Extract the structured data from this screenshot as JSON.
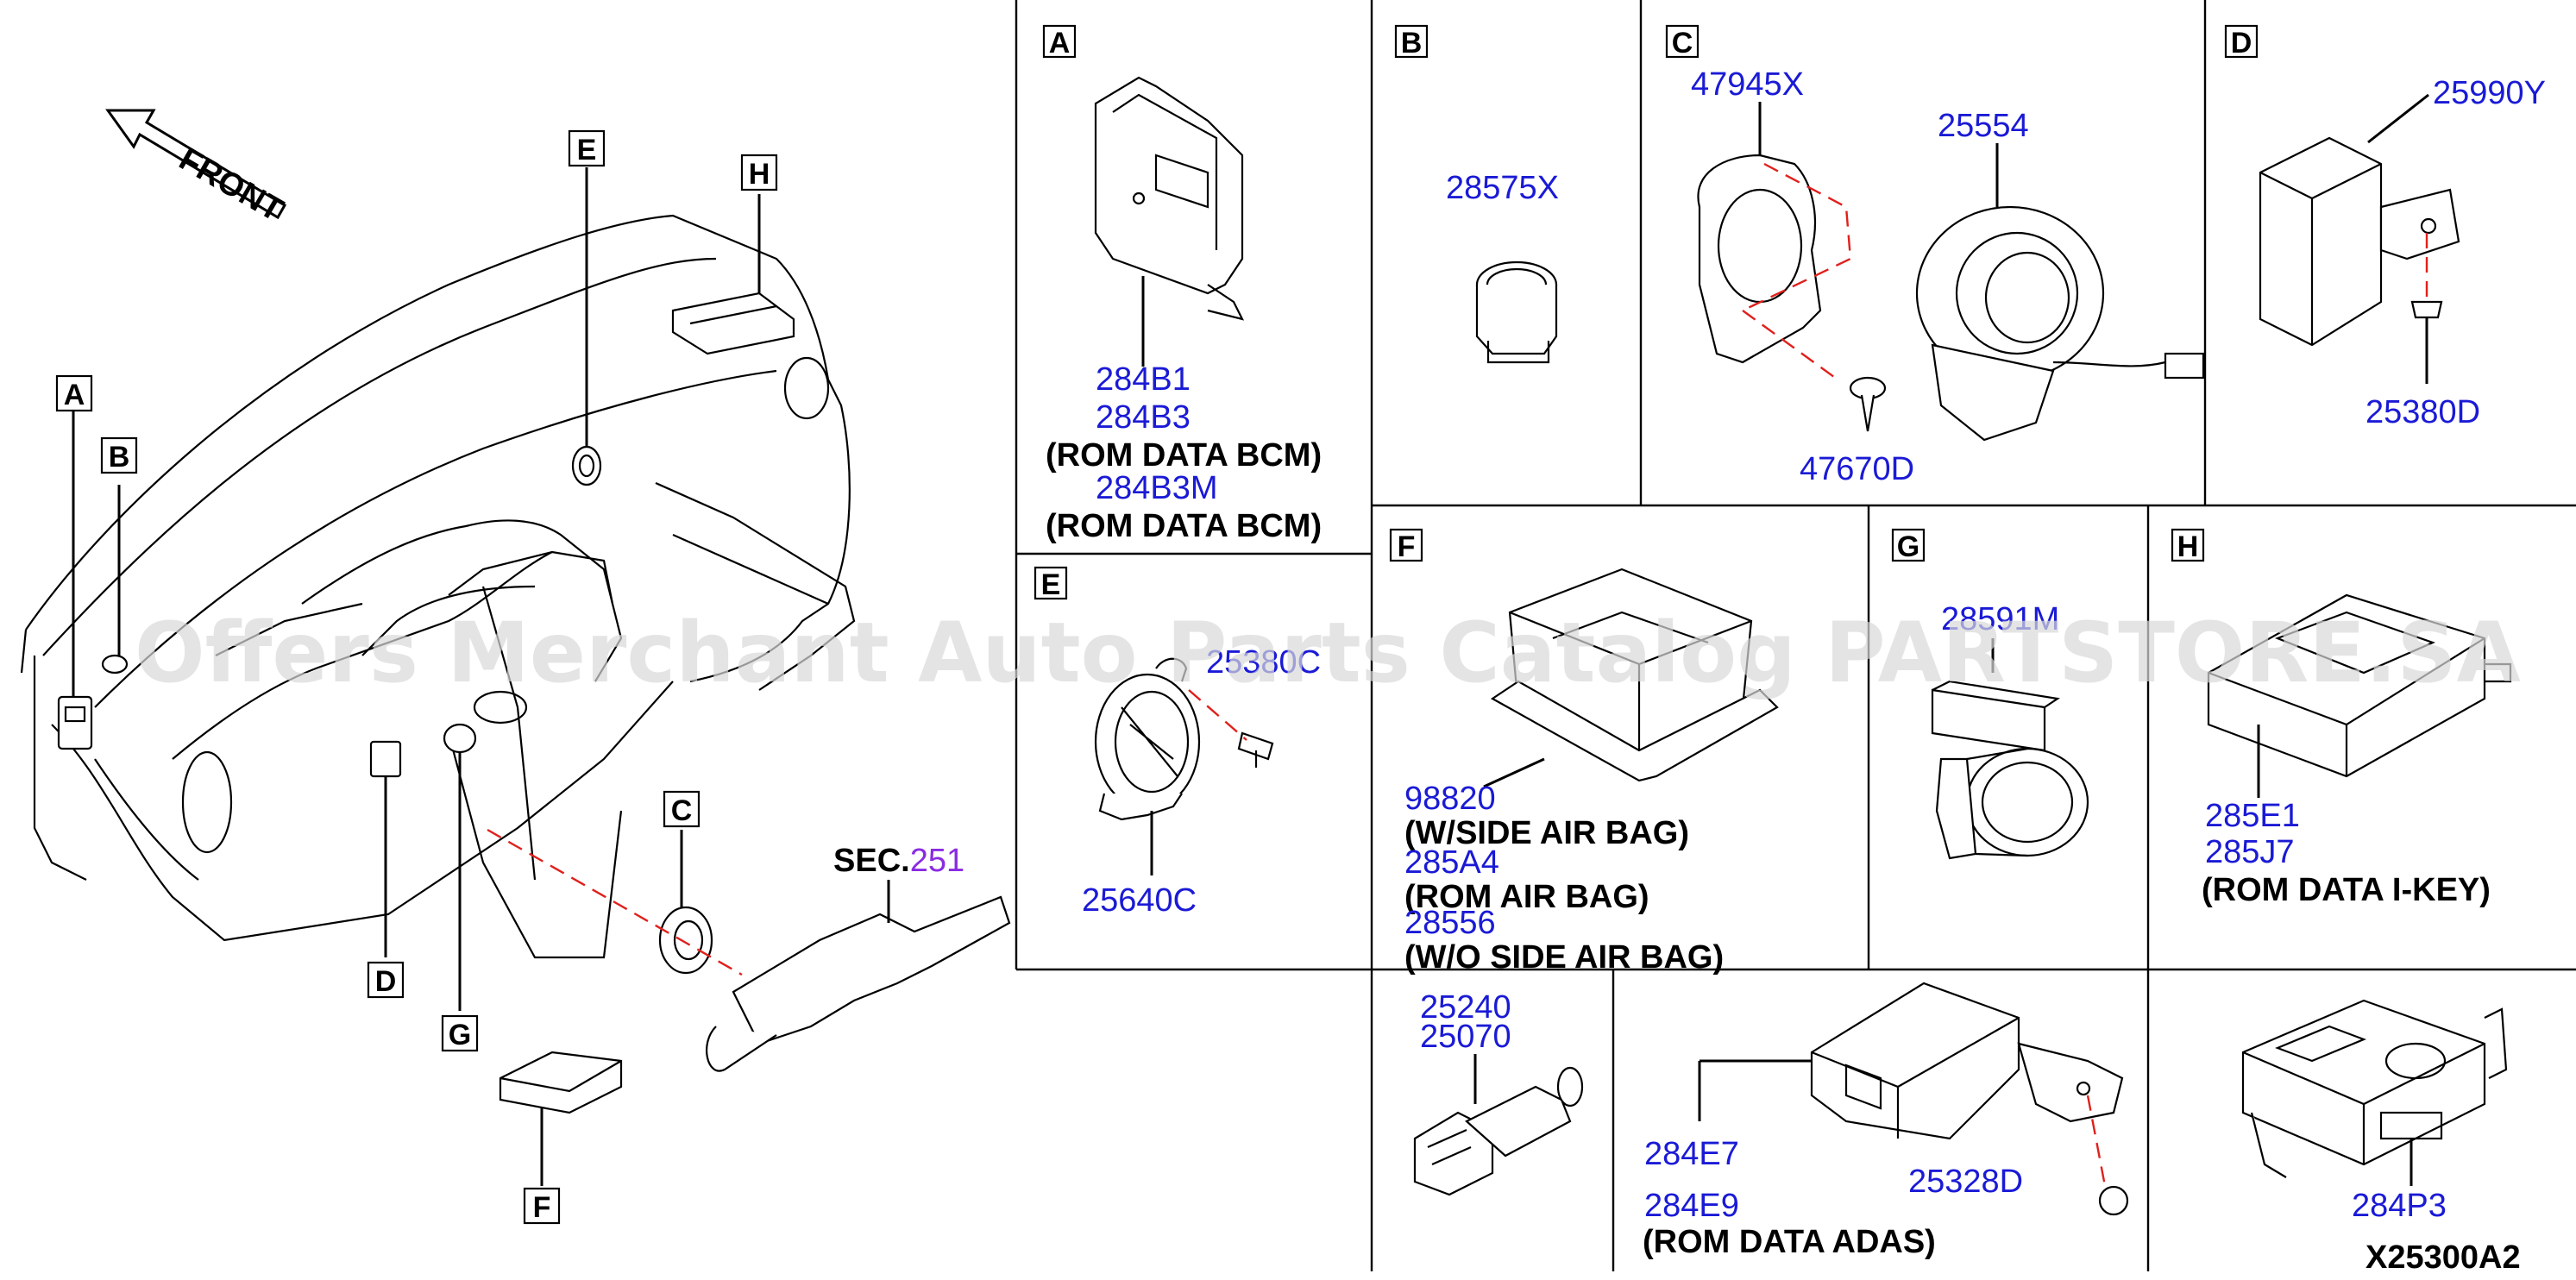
{
  "front_label": "FRONT",
  "sec_label": "SEC.",
  "sec_number": "251",
  "callouts": [
    "A",
    "B",
    "C",
    "D",
    "E",
    "F",
    "G",
    "H"
  ],
  "panels": {
    "A": {
      "letter": "A",
      "parts": [
        "284B1",
        "284B3",
        "284B3M"
      ],
      "notes": [
        "(ROM DATA BCM)",
        "(ROM DATA BCM)"
      ]
    },
    "B": {
      "letter": "B",
      "parts": [
        "28575X"
      ]
    },
    "C": {
      "letter": "C",
      "parts": [
        "47945X",
        "25554",
        "47670D"
      ]
    },
    "D": {
      "letter": "D",
      "parts": [
        "25990Y",
        "25380D"
      ]
    },
    "E": {
      "letter": "E",
      "parts": [
        "25380C",
        "25640C"
      ]
    },
    "F": {
      "letter": "F",
      "parts": [
        "98820",
        "285A4",
        "28556"
      ],
      "notes": [
        "(W/SIDE AIR BAG)",
        "(ROM AIR BAG)",
        "(W/O SIDE AIR BAG)"
      ]
    },
    "G": {
      "letter": "G",
      "parts": [
        "28591M"
      ]
    },
    "H": {
      "letter": "H",
      "parts": [
        "285E1",
        "285J7"
      ],
      "notes": [
        "(ROM DATA I-KEY)"
      ]
    },
    "sensor": {
      "parts": [
        "25240",
        "25070"
      ]
    },
    "adas": {
      "parts": [
        "284E7",
        "25328D",
        "284E9"
      ],
      "notes": [
        "(ROM DATA ADAS)"
      ]
    },
    "p3": {
      "parts": [
        "284P3"
      ]
    }
  },
  "diagram_code": "X25300A2",
  "watermark": "Offers Merchant Auto Parts Catalog PARTSTORE.SA"
}
